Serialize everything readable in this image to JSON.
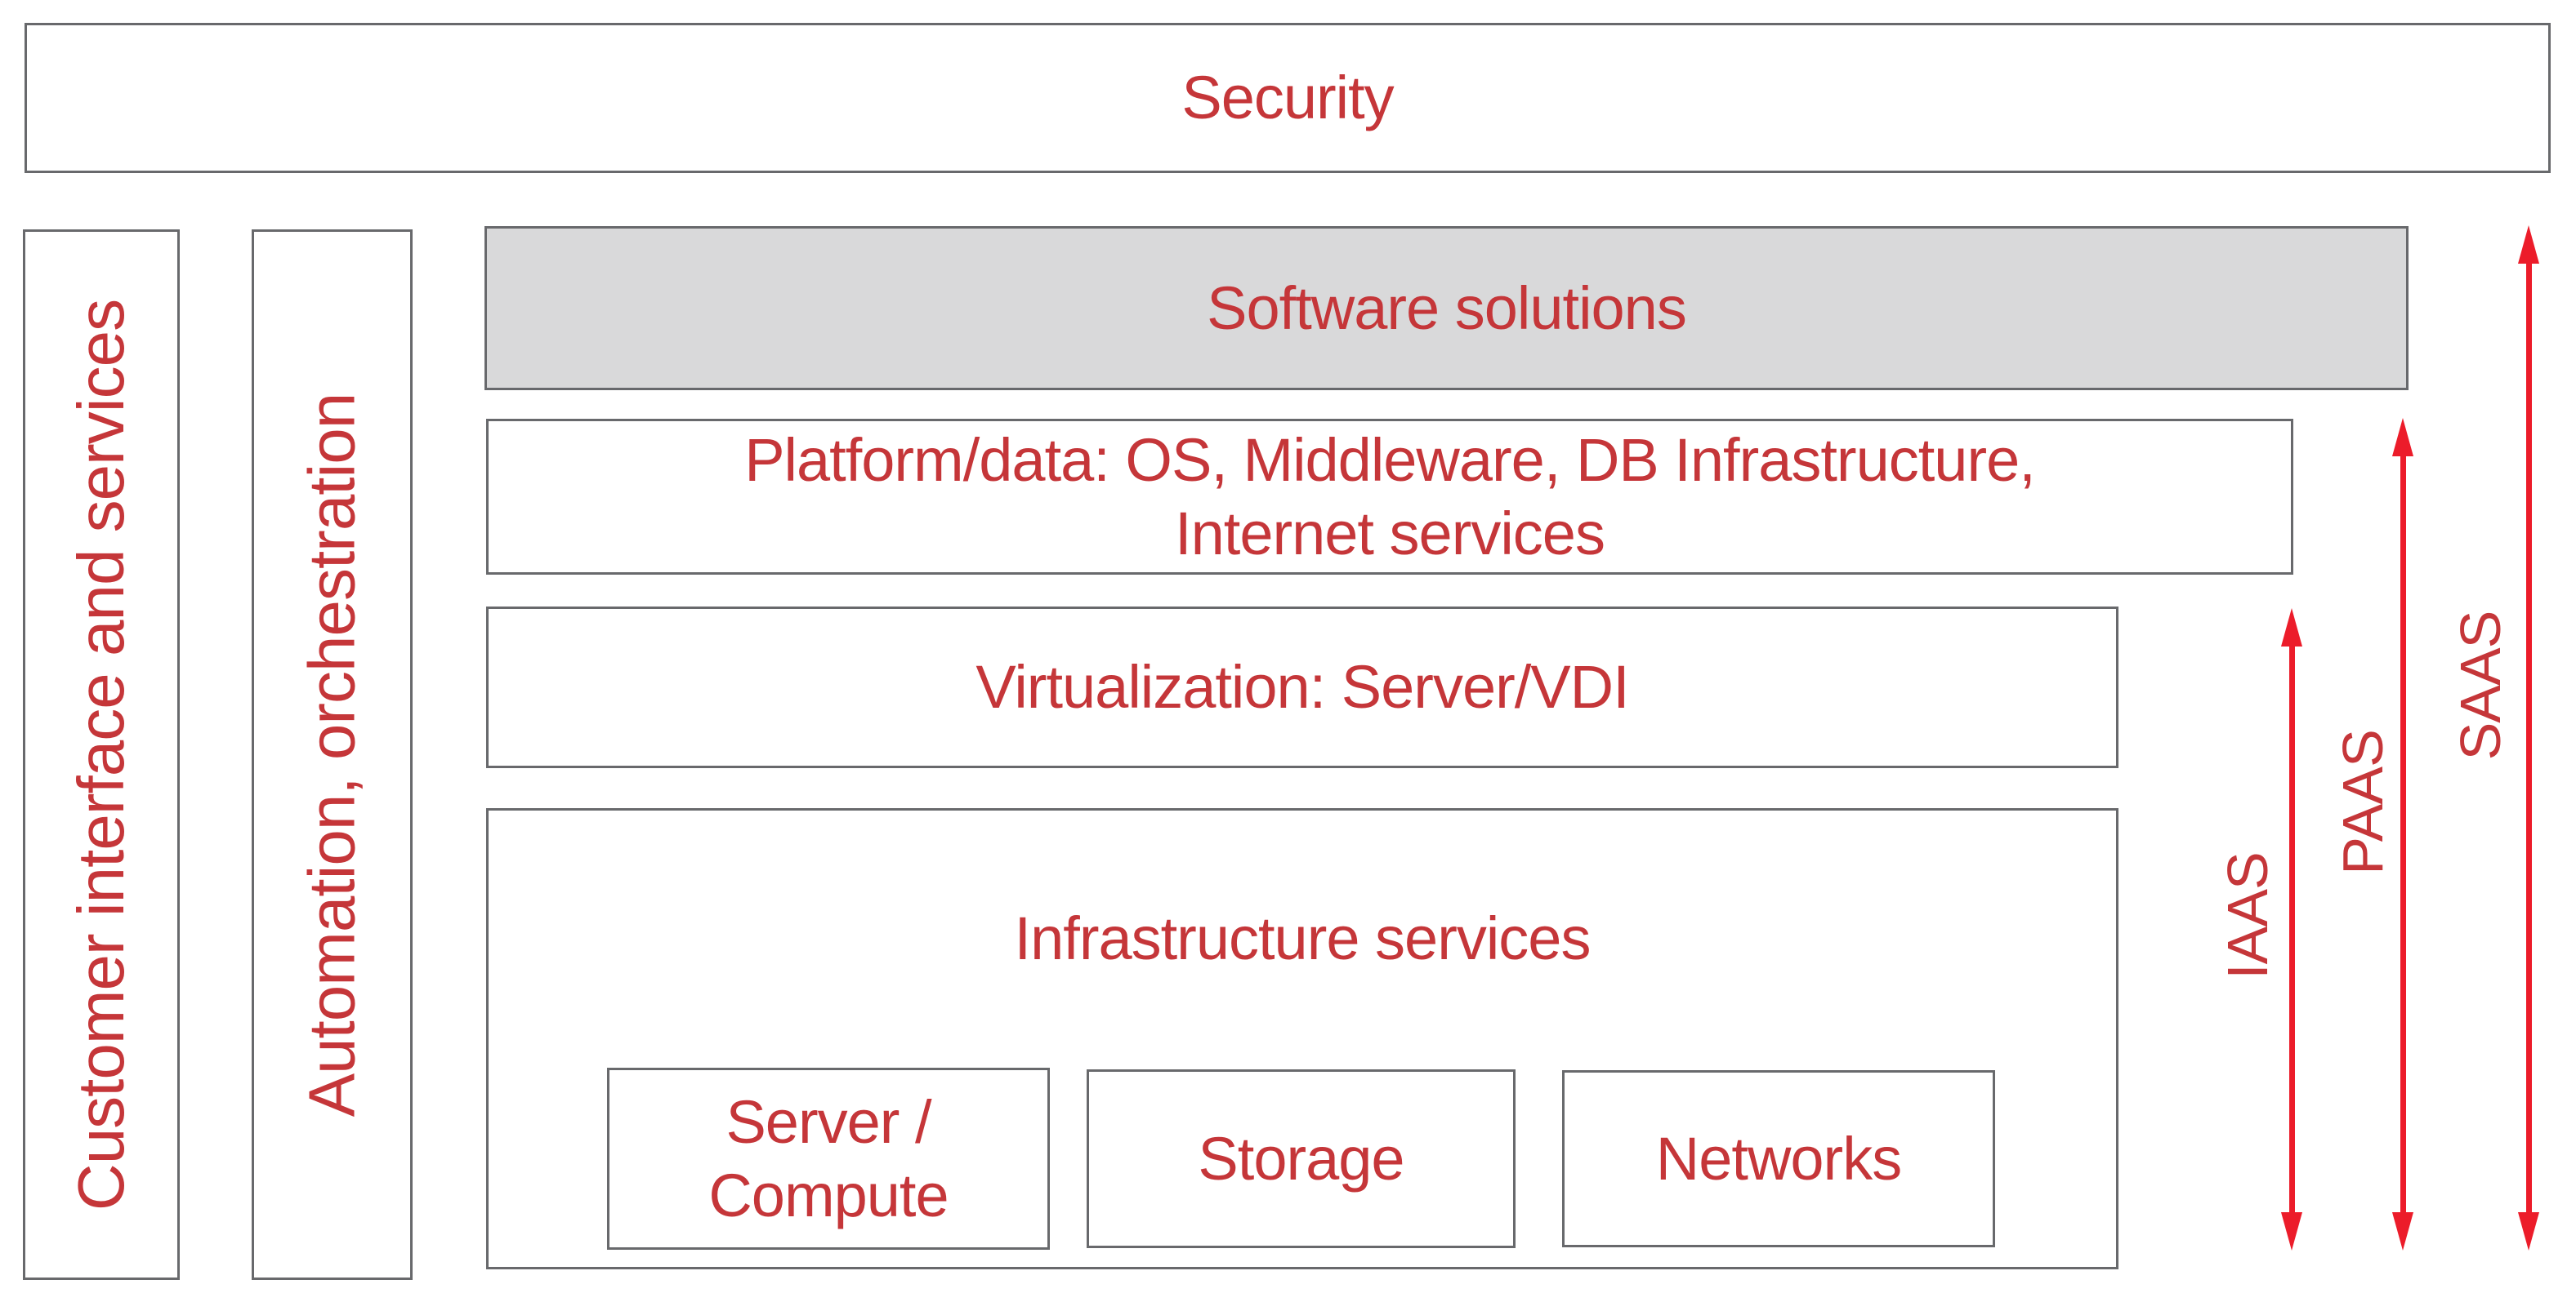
{
  "colors": {
    "text_red": "#c53639",
    "arrow_red": "#ec1c2a",
    "box_border": "#68696c",
    "software_fill": "#d9d9da",
    "background": "#ffffff"
  },
  "security": {
    "label": "Security"
  },
  "left_columns": [
    {
      "label": "Customer interface and services"
    },
    {
      "label": "Automation, orchestration"
    }
  ],
  "layers": {
    "software": {
      "label": "Software solutions"
    },
    "platform": {
      "lines": [
        "Platform/data: OS, Middleware, DB Infrastructure,",
        "Internet services"
      ]
    },
    "virtualization": {
      "label": "Virtualization: Server/VDI"
    },
    "infrastructure": {
      "label": "Infrastructure services",
      "components": [
        {
          "lines": [
            "Server /",
            "Compute"
          ]
        },
        {
          "label": "Storage"
        },
        {
          "label": "Networks"
        }
      ]
    }
  },
  "service_models": [
    {
      "label": "IAAS"
    },
    {
      "label": "PAAS"
    },
    {
      "label": "SAAS"
    }
  ]
}
